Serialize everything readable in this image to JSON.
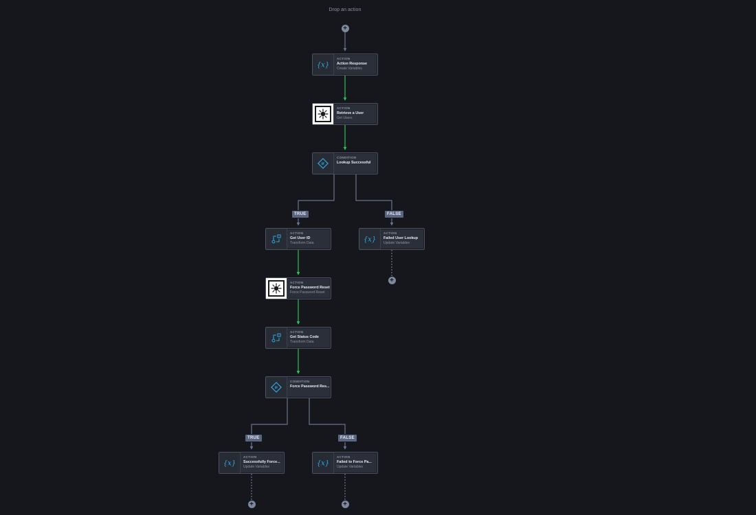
{
  "canvas": {
    "drop_label": "Drop an action"
  },
  "colors": {
    "background": "#15171c",
    "connector_success": "#2fbf5a",
    "connector": "#66738e",
    "icon_accent": "#2ea8e0"
  },
  "nodes": [
    {
      "kind": "ACTION",
      "title": "Action Response",
      "subtitle": "Create Variables",
      "icon": "variable-icon"
    },
    {
      "kind": "ACTION",
      "title": "Retrieve a User",
      "subtitle": "Get Users",
      "icon": "okta-logo-icon"
    },
    {
      "kind": "CONDITION",
      "title": "Lookup Successful",
      "subtitle": "",
      "icon": "condition-if-icon"
    },
    {
      "kind": "ACTION",
      "title": "Get User ID",
      "subtitle": "Transform Data",
      "icon": "transform-icon"
    },
    {
      "kind": "ACTION",
      "title": "Failed User Lookup",
      "subtitle": "Update Variables",
      "icon": "variable-icon"
    },
    {
      "kind": "ACTION",
      "title": "Force Password Reset",
      "subtitle": "Force Password Reset",
      "icon": "okta-logo-icon"
    },
    {
      "kind": "ACTION",
      "title": "Get Status Code",
      "subtitle": "Transform Data",
      "icon": "transform-icon"
    },
    {
      "kind": "CONDITION",
      "title": "Force Password Res...",
      "subtitle": "",
      "icon": "condition-if-icon"
    },
    {
      "kind": "ACTION",
      "title": "Successfully Force...",
      "subtitle": "Update Variables",
      "icon": "variable-icon"
    },
    {
      "kind": "ACTION",
      "title": "Failed to Force Pa...",
      "subtitle": "Update Variables",
      "icon": "variable-icon"
    }
  ],
  "branches": {
    "true_label": "TRUE",
    "false_label": "FALSE"
  },
  "add_button_label": "+"
}
